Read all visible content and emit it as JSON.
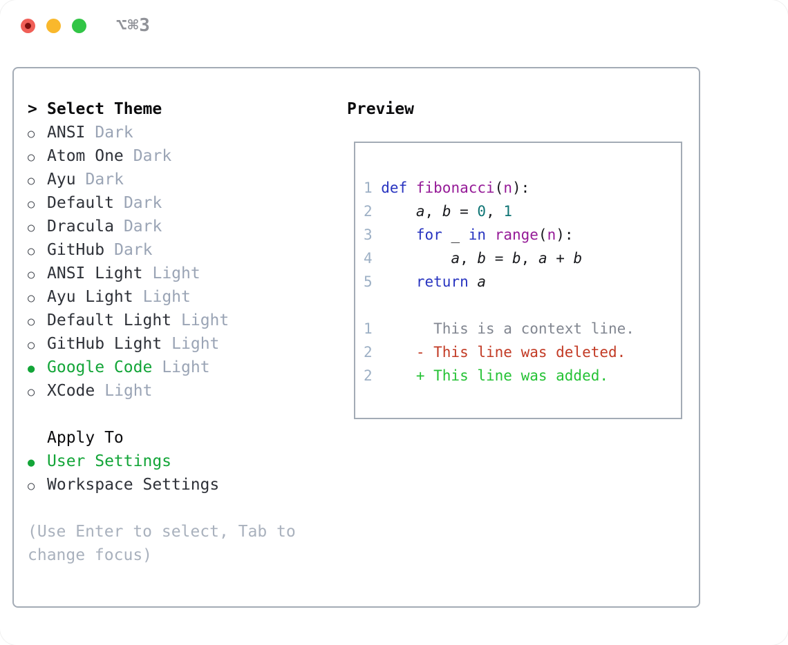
{
  "window": {
    "title": "⌥⌘3"
  },
  "traffic_lights": {
    "close": "close-button",
    "minimize": "minimize-button",
    "zoom": "zoom-button"
  },
  "panel": {
    "select_theme": {
      "prompt": ">",
      "title": "Select Theme"
    },
    "themes": [
      {
        "label": "ANSI",
        "tag": "Dark",
        "selected": false
      },
      {
        "label": "Atom One",
        "tag": "Dark",
        "selected": false
      },
      {
        "label": "Ayu",
        "tag": "Dark",
        "selected": false
      },
      {
        "label": "Default",
        "tag": "Dark",
        "selected": false
      },
      {
        "label": "Dracula",
        "tag": "Dark",
        "selected": false
      },
      {
        "label": "GitHub",
        "tag": "Dark",
        "selected": false
      },
      {
        "label": "ANSI Light",
        "tag": "Light",
        "selected": false
      },
      {
        "label": "Ayu Light",
        "tag": "Light",
        "selected": false
      },
      {
        "label": "Default Light",
        "tag": "Light",
        "selected": false
      },
      {
        "label": "GitHub Light",
        "tag": "Light",
        "selected": false
      },
      {
        "label": "Google Code",
        "tag": "Light",
        "selected": true
      },
      {
        "label": "XCode",
        "tag": "Light",
        "selected": false
      }
    ],
    "markers": {
      "unselected": "○",
      "selected": "●"
    },
    "apply_to": {
      "title": "Apply To",
      "options": [
        {
          "label": "User Settings",
          "selected": true
        },
        {
          "label": "Workspace Settings",
          "selected": false
        }
      ]
    },
    "help": "(Use Enter to select, Tab to change focus)"
  },
  "preview": {
    "title": "Preview",
    "lines": [
      {
        "num": "1",
        "tokens": [
          {
            "t": "def",
            "c": "keyword"
          },
          {
            "t": " ",
            "c": "plain"
          },
          {
            "t": "fibonacci",
            "c": "function"
          },
          {
            "t": "(",
            "c": "plain"
          },
          {
            "t": "n",
            "c": "function"
          },
          {
            "t": "):",
            "c": "plain"
          }
        ]
      },
      {
        "num": "2",
        "tokens": [
          {
            "t": "    ",
            "c": "plain"
          },
          {
            "t": "a",
            "c": "plain",
            "i": true
          },
          {
            "t": ", ",
            "c": "plain"
          },
          {
            "t": "b",
            "c": "plain",
            "i": true
          },
          {
            "t": " = ",
            "c": "plain"
          },
          {
            "t": "0",
            "c": "literal"
          },
          {
            "t": ", ",
            "c": "plain"
          },
          {
            "t": "1",
            "c": "literal"
          }
        ]
      },
      {
        "num": "3",
        "tokens": [
          {
            "t": "    ",
            "c": "plain"
          },
          {
            "t": "for",
            "c": "keyword"
          },
          {
            "t": " _ ",
            "c": "plain"
          },
          {
            "t": "in",
            "c": "keyword"
          },
          {
            "t": " ",
            "c": "plain"
          },
          {
            "t": "range",
            "c": "function"
          },
          {
            "t": "(",
            "c": "plain"
          },
          {
            "t": "n",
            "c": "function"
          },
          {
            "t": "):",
            "c": "plain"
          }
        ]
      },
      {
        "num": "4",
        "tokens": [
          {
            "t": "        ",
            "c": "plain"
          },
          {
            "t": "a",
            "c": "plain",
            "i": true
          },
          {
            "t": ", ",
            "c": "plain"
          },
          {
            "t": "b",
            "c": "plain",
            "i": true
          },
          {
            "t": " = ",
            "c": "plain"
          },
          {
            "t": "b",
            "c": "plain",
            "i": true
          },
          {
            "t": ", ",
            "c": "plain"
          },
          {
            "t": "a",
            "c": "plain",
            "i": true
          },
          {
            "t": " + ",
            "c": "plain"
          },
          {
            "t": "b",
            "c": "plain",
            "i": true
          }
        ]
      },
      {
        "num": "5",
        "tokens": [
          {
            "t": "    ",
            "c": "plain"
          },
          {
            "t": "return",
            "c": "keyword"
          },
          {
            "t": " ",
            "c": "plain"
          },
          {
            "t": "a",
            "c": "plain",
            "i": true
          }
        ]
      },
      {
        "num": "",
        "tokens": []
      },
      {
        "num": "1",
        "tokens": [
          {
            "t": "      This is a context line.",
            "c": "context"
          }
        ]
      },
      {
        "num": "2",
        "tokens": [
          {
            "t": "    - This line was deleted.",
            "c": "deleted"
          }
        ]
      },
      {
        "num": "2",
        "tokens": [
          {
            "t": "    + This line was added.",
            "c": "added"
          }
        ]
      }
    ]
  },
  "colors": {
    "tl_red": "#f05f57",
    "tl_red_dot": "#7d100e",
    "tl_yellow": "#f9b82c",
    "tl_green": "#32c546",
    "title_gray": "#909298",
    "border_gray": "#a3abb5",
    "bold_black": "#0b0b0d",
    "item_text": "#2e3138",
    "circle_gray": "#3e424a",
    "tag_gray": "#9aa4b5",
    "help_gray": "#a9b1bd",
    "selection_green": "#13a538",
    "gutter": "#9db0c5",
    "keyword": "#2834c0",
    "function": "#951a97",
    "literal": "#0e7474",
    "plain": "#17181c",
    "context": "#818690",
    "deleted": "#c23a24",
    "added": "#25c235"
  }
}
